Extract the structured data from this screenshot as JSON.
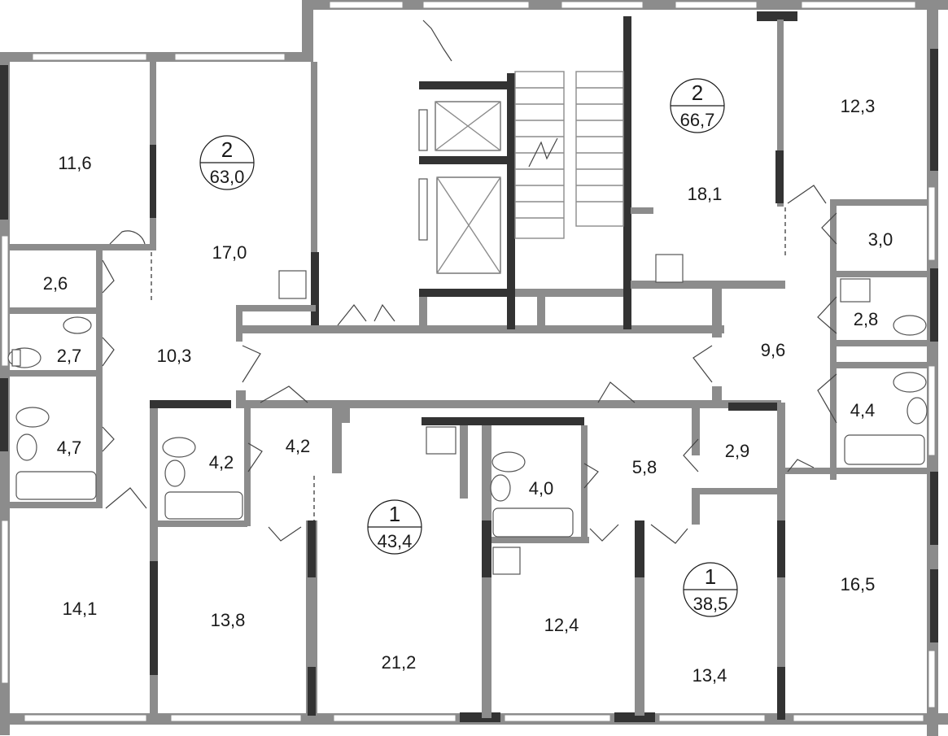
{
  "apartments": [
    {
      "id": "apt-2-left",
      "rooms": "2",
      "area": "63,0"
    },
    {
      "id": "apt-2-right",
      "rooms": "2",
      "area": "66,7"
    },
    {
      "id": "apt-1-center",
      "rooms": "1",
      "area": "43,4"
    },
    {
      "id": "apt-1-right",
      "rooms": "1",
      "area": "38,5"
    }
  ],
  "rooms": [
    {
      "id": "r1",
      "area": "11,6"
    },
    {
      "id": "r2",
      "area": "17,0"
    },
    {
      "id": "r3",
      "area": "2,6"
    },
    {
      "id": "r4",
      "area": "2,7"
    },
    {
      "id": "r5",
      "area": "10,3"
    },
    {
      "id": "r6",
      "area": "4,7"
    },
    {
      "id": "r7",
      "area": "14,1"
    },
    {
      "id": "r8",
      "area": "4,2"
    },
    {
      "id": "r9",
      "area": "4,2"
    },
    {
      "id": "r10",
      "area": "13,8"
    },
    {
      "id": "r11",
      "area": "21,2"
    },
    {
      "id": "r12",
      "area": "4,0"
    },
    {
      "id": "r13",
      "area": "12,4"
    },
    {
      "id": "r14",
      "area": "5,8"
    },
    {
      "id": "r15",
      "area": "2,9"
    },
    {
      "id": "r16",
      "area": "13,4"
    },
    {
      "id": "r17",
      "area": "16,5"
    },
    {
      "id": "r18",
      "area": "12,3"
    },
    {
      "id": "r19",
      "area": "18,1"
    },
    {
      "id": "r20",
      "area": "3,0"
    },
    {
      "id": "r21",
      "area": "2,8"
    },
    {
      "id": "r22",
      "area": "9,6"
    },
    {
      "id": "r23",
      "area": "4,4"
    }
  ],
  "colors": {
    "wall": "#8c8c8c",
    "wall_dark": "#333333",
    "text": "#1a1a1a"
  }
}
